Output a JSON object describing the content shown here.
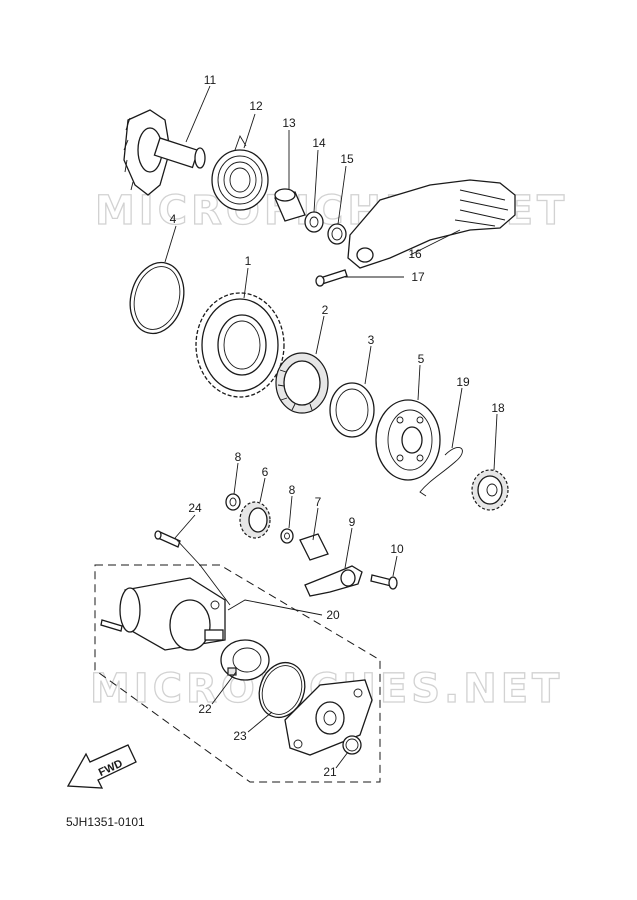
{
  "watermark": {
    "text": "MICROFICHES.NET"
  },
  "direction_marker": {
    "text": "FWD"
  },
  "diagram_code": "5JH1351-0101",
  "callouts": {
    "c1": "1",
    "c2": "2",
    "c3": "3",
    "c4": "4",
    "c5": "5",
    "c6": "6",
    "c7": "7",
    "c8a": "8",
    "c8b": "8",
    "c9": "9",
    "c10": "10",
    "c11": "11",
    "c12": "12",
    "c13": "13",
    "c14": "14",
    "c15": "15",
    "c16": "16",
    "c17": "17",
    "c18": "18",
    "c19": "19",
    "c20": "20",
    "c21": "21",
    "c22": "22",
    "c23": "23",
    "c24": "24"
  }
}
